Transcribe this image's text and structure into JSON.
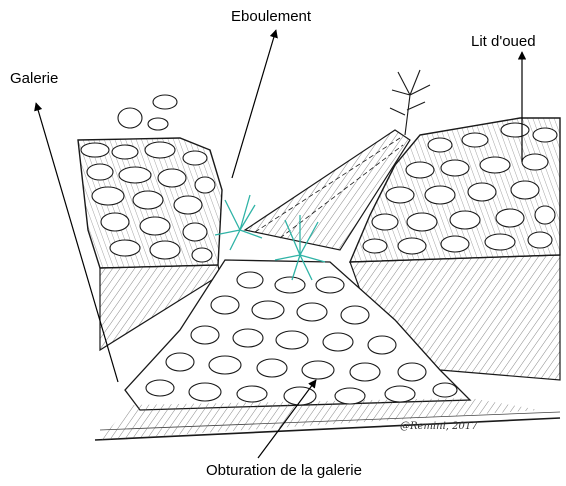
{
  "labels": {
    "eboulement": "Eboulement",
    "lit_oued": "Lit d'oued",
    "galerie": "Galerie",
    "obturation": "Obturation de la galerie"
  },
  "signature": "@Remini, 2017",
  "colors": {
    "ink": "#1a1a1a",
    "vegetation": "#2fb3a6",
    "background": "#ffffff"
  }
}
